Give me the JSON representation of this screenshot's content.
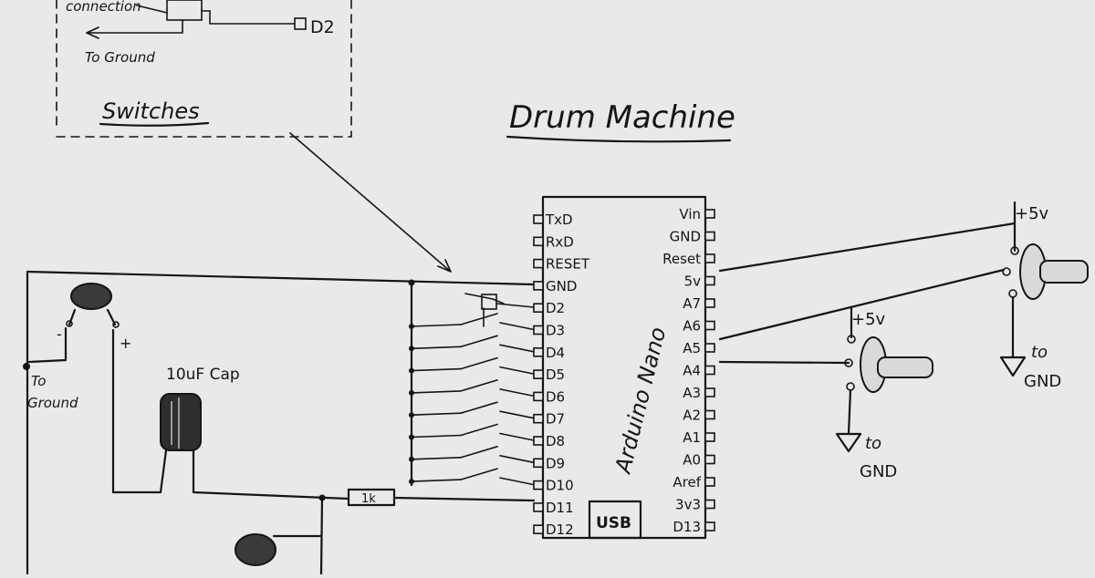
{
  "page": {
    "title": "Drum Machine",
    "inset_label": "Switches",
    "inset_pin": "D2",
    "inset_connection": "connection",
    "inset_ground": "To Ground"
  },
  "board": {
    "name": "Arduino Nano",
    "usb": "USB",
    "left_pins": [
      "TxD",
      "RxD",
      "RESET",
      "GND",
      "D2",
      "D3",
      "D4",
      "D5",
      "D6",
      "D7",
      "D8",
      "D9",
      "D10",
      "D11",
      "D12"
    ],
    "right_pins": [
      "Vin",
      "GND",
      "Reset",
      "5v",
      "A7",
      "A6",
      "A5",
      "A4",
      "A3",
      "A2",
      "A1",
      "A0",
      "Aref",
      "3v3",
      "D13"
    ]
  },
  "components": {
    "capacitor": "10uF Cap",
    "resistor": "1k",
    "left_ground": "To Ground",
    "minus": "-",
    "plus": "+",
    "pot1_supply": "+5v",
    "pot1_ground": "to GND",
    "pot2_supply": "+5v",
    "pot2_ground": "to GND"
  }
}
